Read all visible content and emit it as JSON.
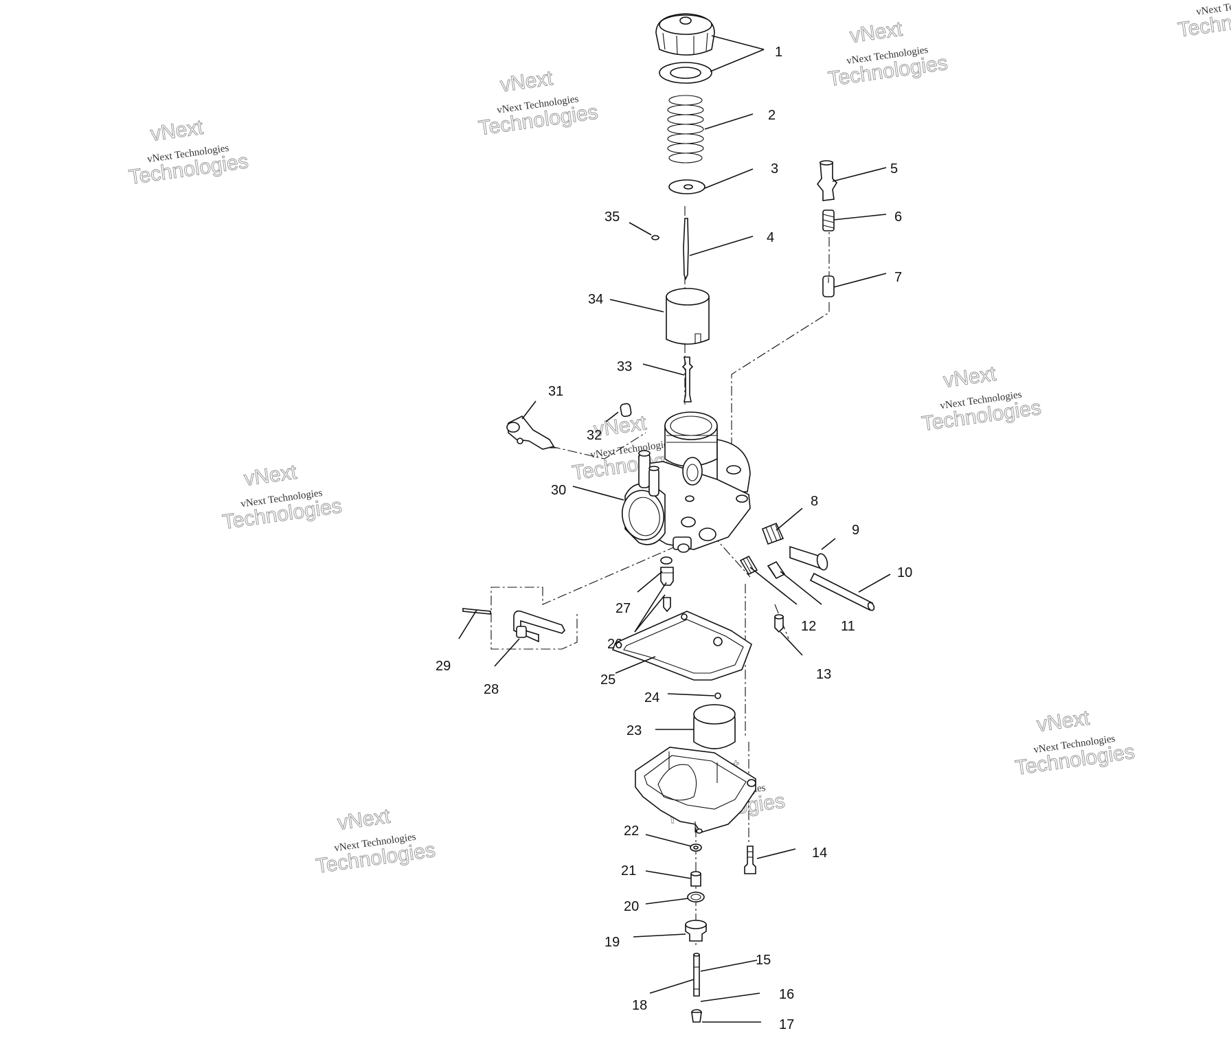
{
  "watermark": {
    "line1": "vNext",
    "line2": "vNext Technologies",
    "line3": "Technologies"
  },
  "callouts": [
    "1",
    "2",
    "3",
    "4",
    "5",
    "6",
    "7",
    "8",
    "9",
    "10",
    "11",
    "12",
    "13",
    "14",
    "15",
    "16",
    "17",
    "18",
    "19",
    "20",
    "21",
    "22",
    "23",
    "24",
    "25",
    "26",
    "27",
    "28",
    "29",
    "30",
    "31",
    "32",
    "33",
    "34",
    "35"
  ]
}
